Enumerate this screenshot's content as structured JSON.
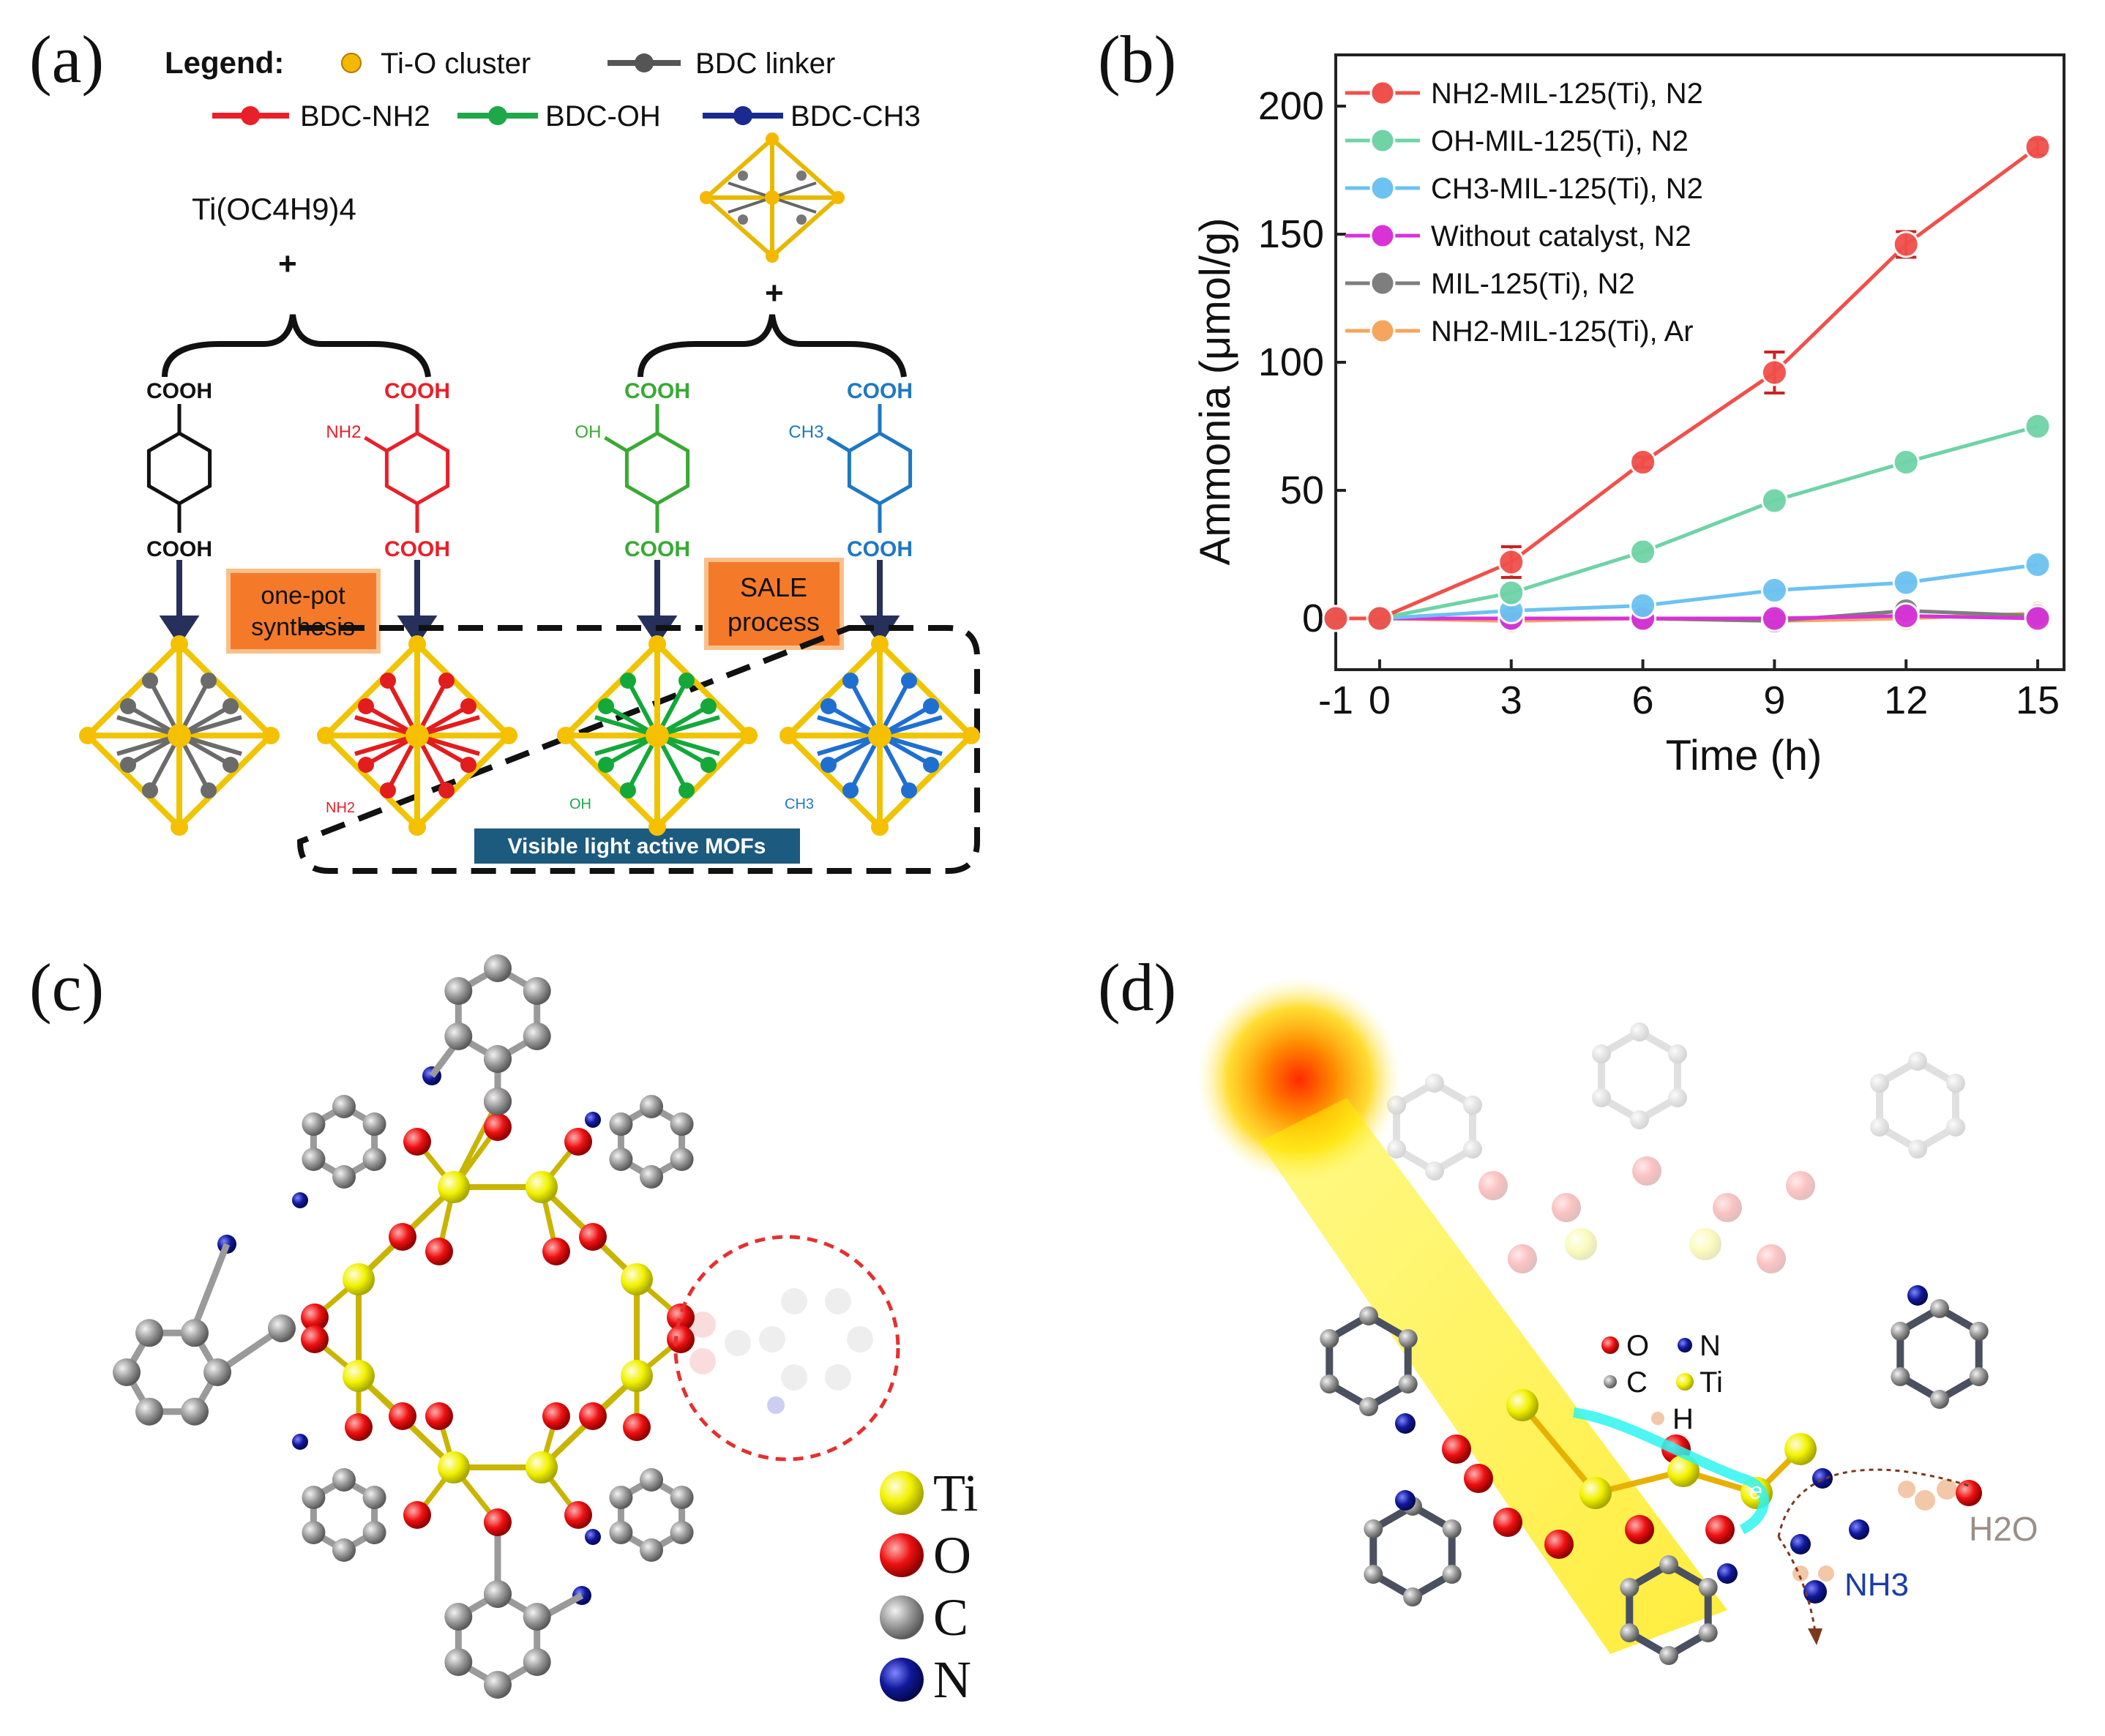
{
  "figure": {
    "panel_a": {
      "label": "(a)",
      "legend_title": "Legend:",
      "legend_items": [
        "Ti-O cluster",
        "BDC linker",
        "BDC-NH2",
        "BDC-OH",
        "BDC-CH3"
      ],
      "precursor": "Ti(OC4H9)4",
      "plus": "+",
      "linkers": [
        {
          "top": "COOH",
          "bottom": "COOH",
          "sub": "",
          "color": "#111111"
        },
        {
          "top": "COOH",
          "bottom": "COOH",
          "sub": "NH2",
          "color": "#e8202a"
        },
        {
          "top": "COOH",
          "bottom": "COOH",
          "sub": "OH",
          "color": "#3aa935"
        },
        {
          "top": "COOH",
          "bottom": "COOH",
          "sub": "CH3",
          "color": "#1f78c1"
        }
      ],
      "one_pot": [
        "one-pot",
        "synthesis"
      ],
      "sale": [
        "SALE",
        "process"
      ],
      "visible_mofs": "Visible light active MOFs",
      "cage_labels": [
        "NH2",
        "OH",
        "CH3"
      ]
    },
    "panel_b": {
      "label": "(b)"
    },
    "panel_c": {
      "label": "(c)",
      "legend": [
        {
          "symbol": "Ti",
          "color": "#f2f200"
        },
        {
          "symbol": "O",
          "color": "#ee1111"
        },
        {
          "symbol": "C",
          "color": "#9a9a9a"
        },
        {
          "symbol": "N",
          "color": "#10189a"
        }
      ]
    },
    "panel_d": {
      "label": "(d)",
      "legend": [
        "O",
        "N",
        "C",
        "Ti",
        "H"
      ],
      "electron": "e",
      "product_water": "H2O",
      "product_ammonia": "NH3"
    }
  },
  "chart_data": {
    "type": "line",
    "title": "",
    "xlabel": "Time (h)",
    "ylabel": "Ammonia (μmol/g)",
    "xlim": [
      -1,
      15.6
    ],
    "ylim": [
      -20,
      220
    ],
    "x_ticks": [
      -1,
      0,
      3,
      6,
      9,
      12,
      15
    ],
    "y_ticks": [
      0,
      50,
      100,
      150,
      200
    ],
    "legend_position": "top-left",
    "series": [
      {
        "name": "NH2-MIL-125(Ti), N2",
        "color": "#f0504b",
        "x": [
          -1,
          0,
          3,
          6,
          9,
          12,
          15
        ],
        "values": [
          0,
          0,
          22,
          61,
          96,
          146,
          184
        ],
        "err": [
          0,
          0,
          6,
          2,
          8,
          5,
          3
        ]
      },
      {
        "name": "OH-MIL-125(Ti), N2",
        "color": "#6fd3a6",
        "x": [
          -1,
          0,
          3,
          6,
          9,
          12,
          15
        ],
        "values": [
          0,
          0,
          10,
          26,
          46,
          61,
          75
        ]
      },
      {
        "name": "CH3-MIL-125(Ti), N2",
        "color": "#6cc2f0",
        "x": [
          -1,
          0,
          3,
          6,
          9,
          12,
          15
        ],
        "values": [
          0,
          0,
          3,
          5,
          11,
          14,
          21
        ]
      },
      {
        "name": "Without catalyst, N2",
        "color": "#d733d7",
        "x": [
          -1,
          0,
          3,
          6,
          9,
          12,
          15
        ],
        "values": [
          0,
          0,
          0,
          0,
          0,
          1,
          0
        ]
      },
      {
        "name": "MIL-125(Ti), N2",
        "color": "#7e7e7e",
        "x": [
          -1,
          0,
          3,
          6,
          9,
          12,
          15
        ],
        "values": [
          0,
          0,
          0,
          0,
          -1,
          3,
          1
        ]
      },
      {
        "name": "NH2-MIL-125(Ti), Ar",
        "color": "#f6a55e",
        "x": [
          -1,
          0,
          3,
          6,
          9,
          12,
          15
        ],
        "values": [
          0,
          0,
          -1,
          0,
          -1,
          0,
          2
        ]
      }
    ]
  }
}
